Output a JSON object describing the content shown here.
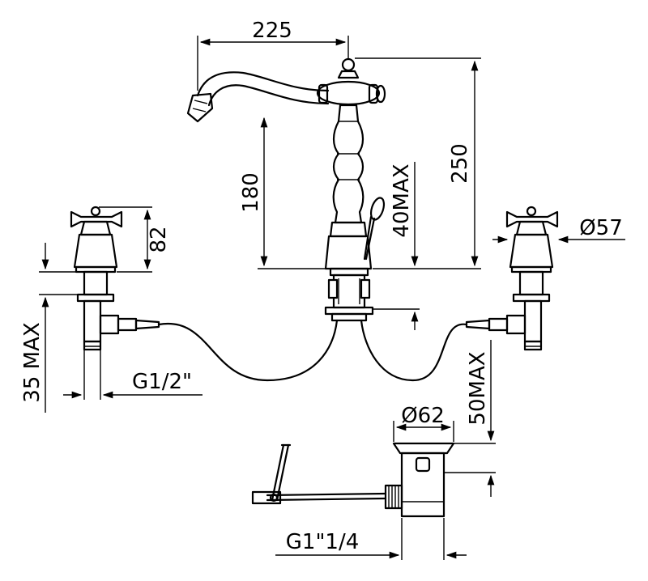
{
  "dimensions": {
    "spout_reach": "225",
    "total_height": "250",
    "spout_height": "180",
    "deck_thickness_main": "40MAX",
    "handle_height": "82",
    "handle_diameter": "Ø57",
    "deck_thickness_side": "35 MAX",
    "inlet_thread": "G1/2\"",
    "basin_thickness": "50MAX",
    "waste_diameter": "Ø62",
    "waste_thread": "G1\"1/4"
  },
  "colors": {
    "line": "#000000",
    "background": "#ffffff"
  }
}
